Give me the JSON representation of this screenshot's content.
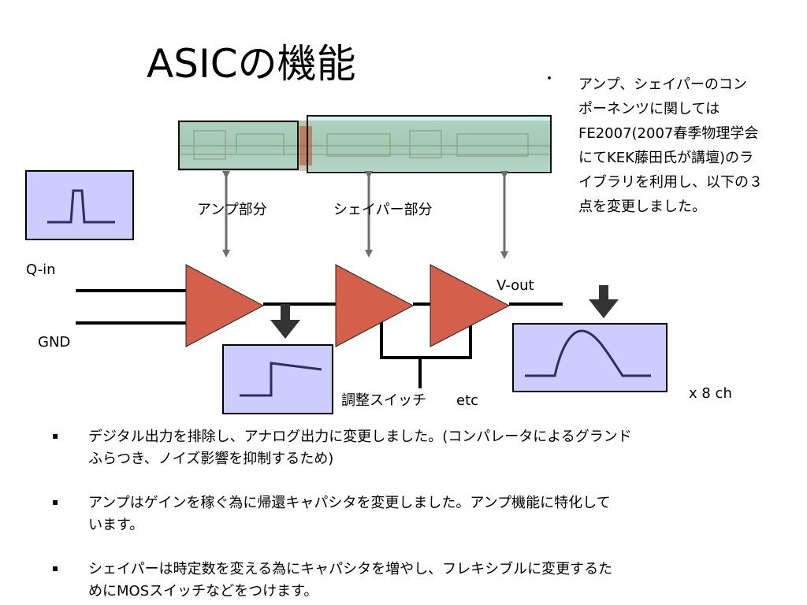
{
  "title": "ASICの機能",
  "side_note": {
    "bullet": "・",
    "lines": [
      "アンプ、シェイパーのコン",
      "ポーネンツに関しては",
      "FE2007(2007春季物理学会",
      "にてKEK藤田氏が講壇)のラ",
      "イブラリを利用し、以下の３",
      "点を変更しました。"
    ]
  },
  "diagram": {
    "amp_label": "アンプ部分",
    "shaper_label": "シェイパー部分",
    "q_in": "Q-in",
    "gnd": "GND",
    "v_out": "V-out",
    "switch_label": "調整スイッチ",
    "etc": "etc",
    "channels": "x 8 ch",
    "colors": {
      "amplifier_fill": "#d4604b",
      "waveform_panel": "#ccccff",
      "waveform_line": "#2e2e66",
      "chip_highlight": "#9fdede",
      "arrow": "#6e6e6e"
    }
  },
  "bullets": [
    {
      "mark": "▪",
      "lines": [
        "デジタル出力を排除し、アナログ出力に変更しました。(コンパレータによるグランド",
        "ふらつき、ノイズ影響を抑制するため)"
      ]
    },
    {
      "mark": "▪",
      "lines": [
        "アンプはゲインを稼ぐ為に帰還キャパシタを変更しました。アンプ機能に特化して",
        "います。"
      ]
    },
    {
      "mark": "▪",
      "lines": [
        "シェイパーは時定数を変える為にキャパシタを増やし、フレキシブルに変更するた",
        "めにMOSスイッチなどをつけます。"
      ]
    }
  ]
}
